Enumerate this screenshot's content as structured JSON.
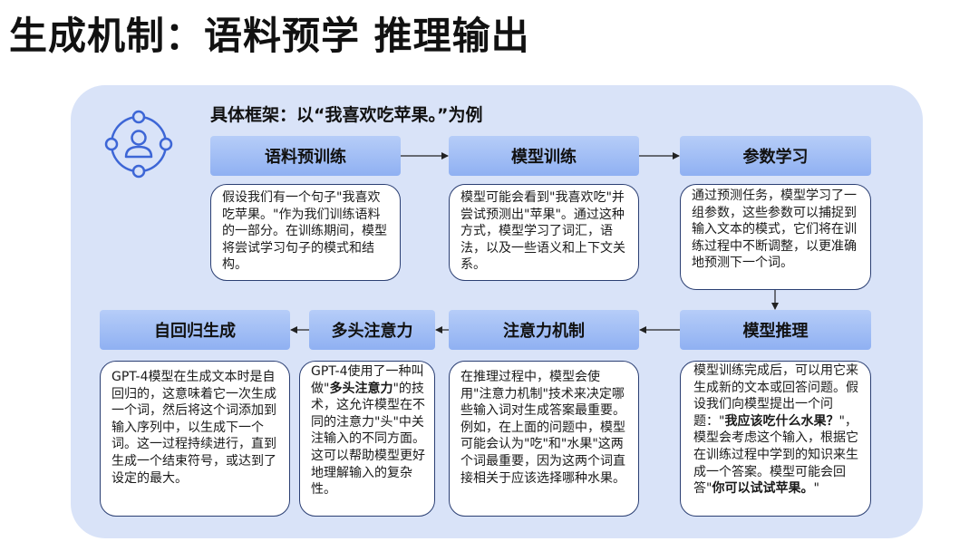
{
  "title": "生成机制：语料预学 推理输出",
  "subtitle": "具体框架：以“我喜欢吃苹果。”为例",
  "colors": {
    "frame": "#d9e3f8",
    "header_top": "#b6cdf8",
    "header_bottom": "#8fb0f2",
    "border": "#2b3f73",
    "icon": "#3d66d6"
  },
  "icon": "people-network-icon",
  "steps": {
    "pretrain": {
      "label": "语料预训练",
      "text": "假设我们有一个句子\"我喜欢吃苹果。\"作为我们训练语料的一部分。在训练期间，模型将尝试学习句子的模式和结构。"
    },
    "train": {
      "label": "模型训练",
      "text": "模型可能会看到\"我喜欢吃\"并尝试预测出\"苹果\"。通过这种方式，模型学习了词汇，语法，以及一些语义和上下文关系。"
    },
    "params": {
      "label": "参数学习",
      "text": "通过预测任务，模型学习了一组参数，这些参数可以捕捉到输入文本的模式，它们将在训练过程中不断调整，以更准确地预测下一个词。"
    },
    "infer": {
      "label": "模型推理",
      "t1": "模型训练完成后，可以用它来生成新的文本或回答问题。假设我们向模型提出一个问题：\"",
      "b1": "我应该吃什么水果？",
      "t2": "\"，模型会考虑这个输入，根据它在训练过程中学到的知识来生成一个答案。模型可能会回答\"",
      "b2": "你可以试试苹果。",
      "t3": "\""
    },
    "attention": {
      "label": "注意力机制",
      "text": "在推理过程中，模型会使用\"注意力机制\"技术来决定哪些输入词对生成答案最重要。例如，在上面的问题中，模型可能会认为\"吃\"和\"水果\"这两个词最重要，因为这两个词直接相关于应该选择哪种水果。"
    },
    "multihead": {
      "label": "多头注意力",
      "t1": "GPT-4使用了一种叫做\"",
      "b1": "多头注意力",
      "t2": "\"的技术，这允许模型在不同的注意力\"头\"中关注输入的不同方面。这可以帮助模型更好地理解输入的复杂性。"
    },
    "autoreg": {
      "label": "自回归生成",
      "text": "GPT-4模型在生成文本时是自回归的，这意味着它一次生成一个词，然后将这个词添加到输入序列中，以生成下一个词。这一过程持续进行，直到生成一个结束符号，或达到了设定的最大。"
    }
  }
}
